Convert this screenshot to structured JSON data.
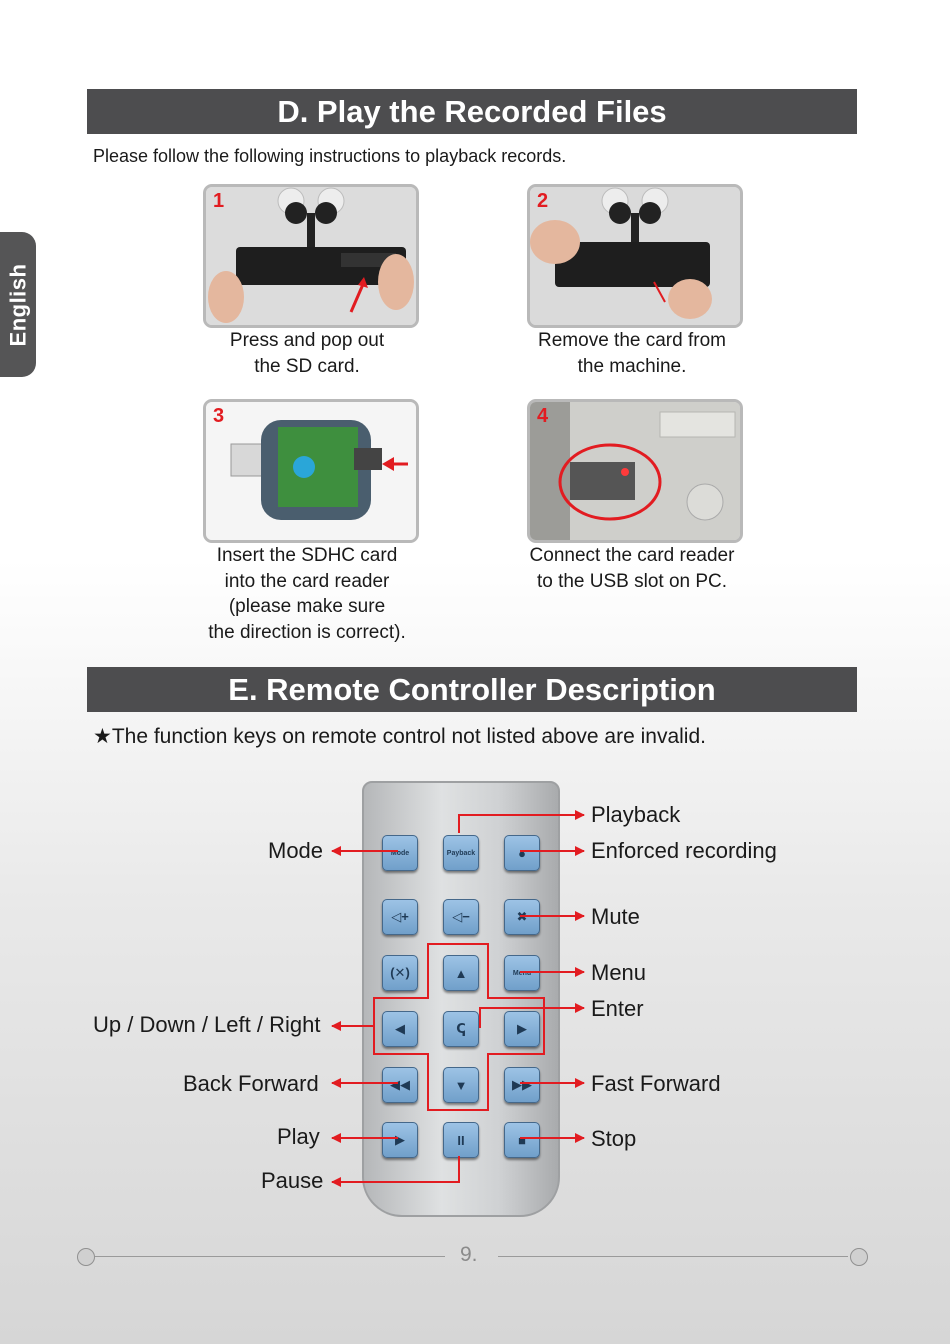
{
  "side_tab": "English",
  "sections": {
    "d_title": "D. Play the Recorded Files",
    "e_title": "E. Remote Controller Description"
  },
  "intro": "Please follow the following instructions to playback records.",
  "steps": [
    {
      "num": "1",
      "caption": [
        "Press and pop out",
        "the SD card."
      ]
    },
    {
      "num": "2",
      "caption": [
        "Remove the card from",
        "the machine."
      ]
    },
    {
      "num": "3",
      "caption": [
        "Insert the SDHC card",
        "into the card reader",
        "(please make sure",
        "the direction is correct)."
      ]
    },
    {
      "num": "4",
      "caption": [
        "Connect the card reader",
        "to the USB slot on PC."
      ]
    }
  ],
  "note": "★The function keys on remote control not listed above are invalid.",
  "remote": {
    "keys": {
      "mode": "Mode",
      "playback": "Payback",
      "enforced": "●",
      "vol_up": "◁+",
      "vol_down": "◁−",
      "mute": "✖",
      "x_key": "(✕)",
      "up": "▲",
      "menu": "Menu",
      "left": "◀",
      "enter": "ↅ",
      "right": "▶",
      "rewind": "◀◀",
      "down": "▼",
      "ffwd": "▶▶",
      "play": "▶",
      "pause": "II",
      "stop": "■"
    },
    "labels": {
      "playback": "Playback",
      "mode": "Mode",
      "enforced_recording": "Enforced recording",
      "mute": "Mute",
      "menu": "Menu",
      "enter": "Enter",
      "directions": "Up / Down / Left / Right",
      "back_forward": "Back Forward",
      "fast_forward": "Fast Forward",
      "play": "Play",
      "stop": "Stop",
      "pause": "Pause"
    }
  },
  "page_number": "9.",
  "colors": {
    "accent_red": "#e21c21",
    "section_bar": "#4d4d4f",
    "key_blue": "#7fb0dc"
  }
}
